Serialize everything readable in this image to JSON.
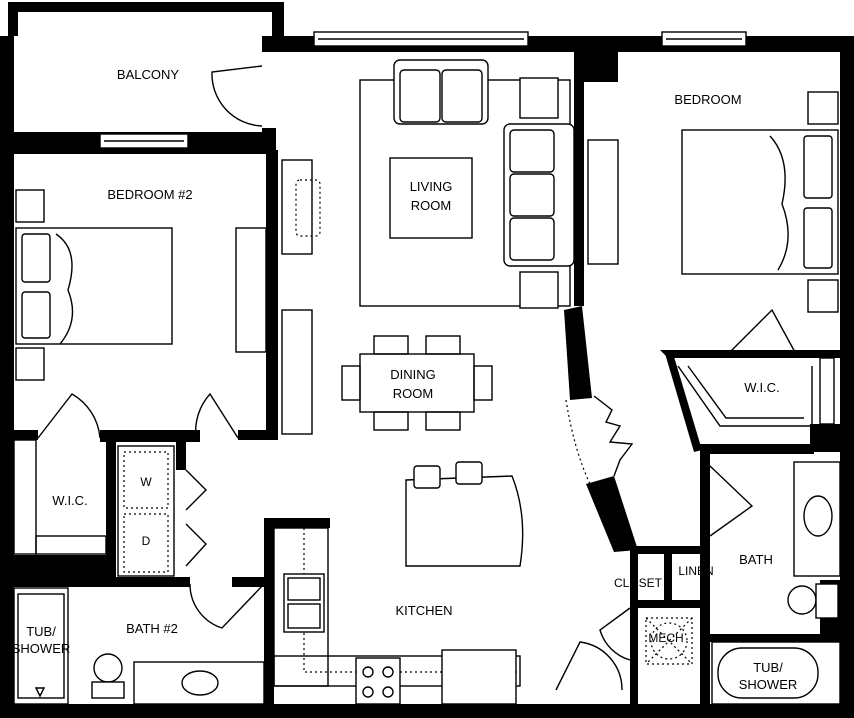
{
  "rooms": {
    "balcony": "BALCONY",
    "bedroom2": "BEDROOM #2",
    "living_line1": "LIVING",
    "living_line2": "ROOM",
    "dining_line1": "DINING",
    "dining_line2": "ROOM",
    "bedroom": "BEDROOM",
    "wic_left": "W.I.C.",
    "wic_right": "W.I.C.",
    "washer": "W",
    "dryer": "D",
    "kitchen": "KITCHEN",
    "bath2": "BATH #2",
    "tub_left_line1": "TUB/",
    "tub_left_line2": "SHOWER",
    "closet": "CLOSET",
    "linen": "LINEN",
    "bath": "BATH",
    "mech": "MECH",
    "tub_right_line1": "TUB/",
    "tub_right_line2": "SHOWER"
  },
  "colors": {
    "wall": "#000000",
    "background": "#ffffff"
  }
}
